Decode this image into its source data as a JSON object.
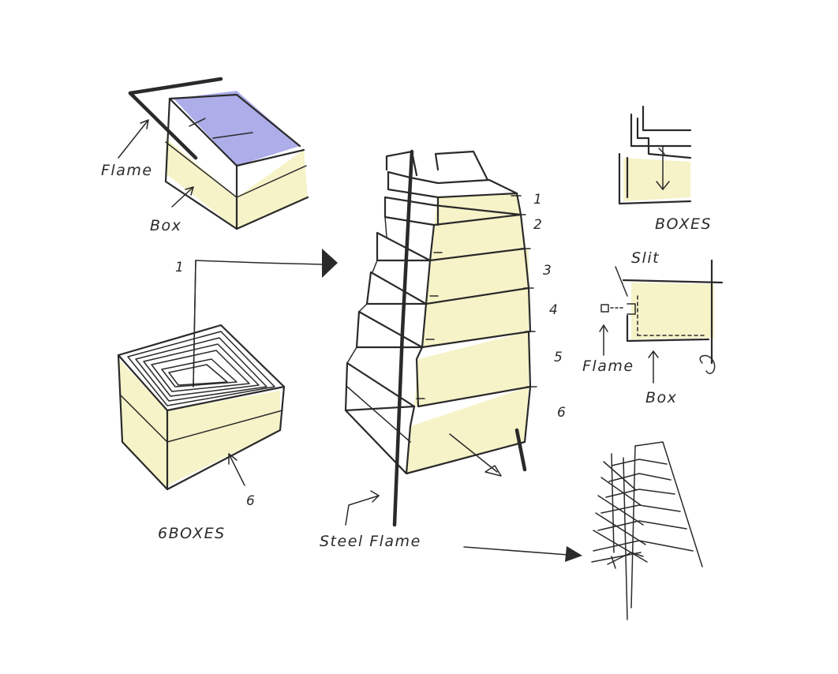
{
  "labels": {
    "flame_top": "Flame",
    "box_top": "Box",
    "arrow_number": "1",
    "box_count_number": "6",
    "six_boxes": "6BOXES",
    "steel_flame": "Steel Flame",
    "boxes_detail": "BOXES",
    "slit": "Slit",
    "flame_detail": "Flame",
    "box_detail": "Box"
  },
  "stack_numbers": [
    "1",
    "2",
    "3",
    "4",
    "5",
    "6"
  ],
  "colors": {
    "ink": "#2a2a2a",
    "yellow_wash": "#f6f3c8",
    "blue_wash": "#5a5ad0"
  }
}
